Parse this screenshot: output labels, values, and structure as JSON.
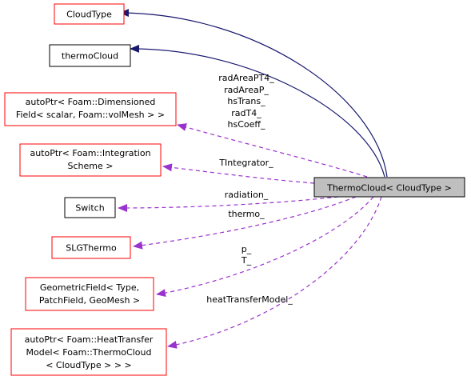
{
  "diagram": {
    "colors": {
      "inherit_edge": "#191970",
      "usage_edge": "#9a32cd",
      "incomplete_border": "#ff0000",
      "complete_border": "#000000",
      "focus_fill": "#bfbfbf"
    },
    "nodes": {
      "cloudtype": {
        "lines": [
          "CloudType"
        ]
      },
      "thermocloud": {
        "lines": [
          "thermoCloud"
        ]
      },
      "autoptr_field": {
        "lines": [
          "autoPtr< Foam::Dimensioned",
          "Field< scalar, Foam::volMesh > >"
        ]
      },
      "autoptr_integration": {
        "lines": [
          "autoPtr< Foam::Integration",
          "Scheme >"
        ]
      },
      "switch": {
        "lines": [
          "Switch"
        ]
      },
      "slgthermo": {
        "lines": [
          "SLGThermo"
        ]
      },
      "geometricfield": {
        "lines": [
          "GeometricField< Type,",
          "PatchField, GeoMesh >"
        ]
      },
      "autoptr_heat": {
        "lines": [
          "autoPtr< Foam::HeatTransfer",
          "Model< Foam::ThermoCloud",
          "< CloudType > > >"
        ]
      },
      "focus": {
        "lines": [
          "ThermoCloud< CloudType >"
        ]
      }
    },
    "edge_labels": {
      "field_members": [
        "radAreaPT4_",
        "radAreaP_",
        "hsTrans_",
        "radT4_",
        "hsCoeff_"
      ],
      "integrator": [
        "TIntegrator_"
      ],
      "radiation": [
        "radiation_"
      ],
      "thermo": [
        "thermo_"
      ],
      "geometric": [
        "p_",
        "T_"
      ],
      "heat": [
        "heatTransferModel_"
      ]
    }
  }
}
